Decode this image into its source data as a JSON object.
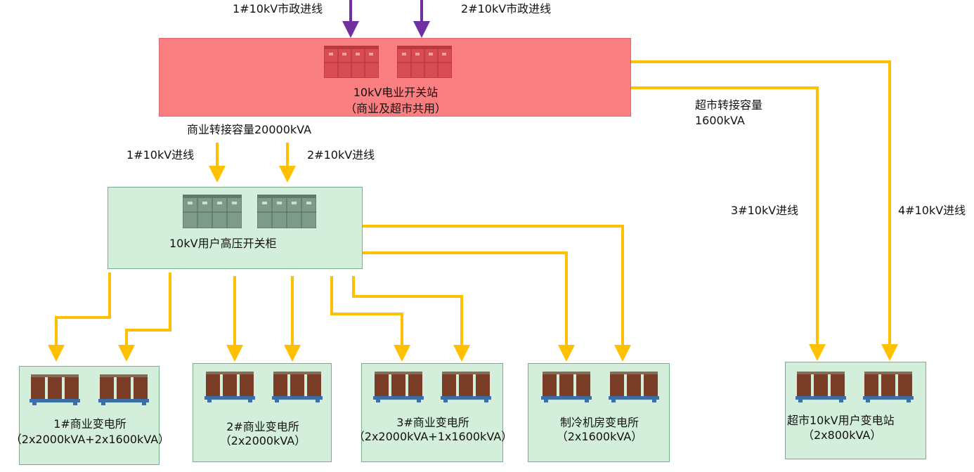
{
  "feeders": {
    "city1": "1#10kV市政进线",
    "city2": "2#10kV市政进线",
    "in1": "1#10kV进线",
    "in2": "2#10kV进线",
    "in3": "3#10kV进线",
    "in4": "4#10kV进线"
  },
  "station": {
    "name": "10kV电业开关站",
    "sub": "（商业及超市共用）"
  },
  "transfer": {
    "commercial": "商业转接容量20000kVA",
    "supermarket_l1": "超市转接容量",
    "supermarket_l2": "1600kVA"
  },
  "switchgear": {
    "name": "10kV用户高压开关柜"
  },
  "substations": [
    {
      "name": "1#商业变电所",
      "capacity": "（2x2000kVA+2x1600kVA）"
    },
    {
      "name": "2#商业变电所",
      "capacity": "（2x2000kVA）"
    },
    {
      "name": "3#商业变电所",
      "capacity": "（2x2000kVA+1x1600kVA）"
    },
    {
      "name": "制冷机房变电所",
      "capacity": "（2x1600kVA）"
    },
    {
      "name": "超市10kV用户变电站",
      "capacity": "（2x800kVA）"
    }
  ],
  "colors": {
    "city_feed": "#7030a0",
    "feed": "#ffc000",
    "station_fill": "#fb7f80",
    "box_fill": "#d3efdc"
  }
}
